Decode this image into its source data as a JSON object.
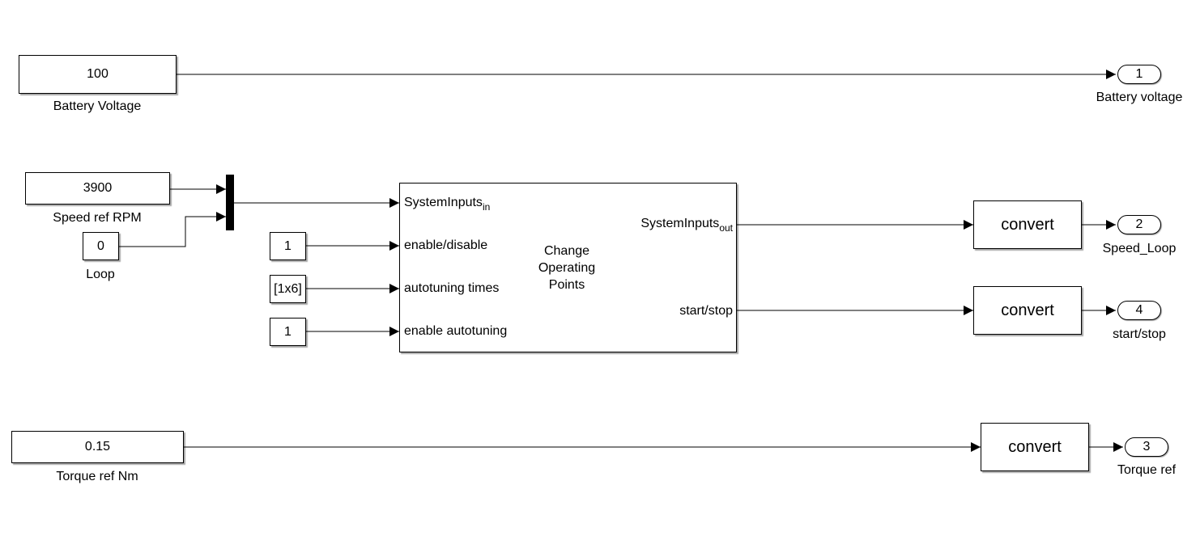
{
  "constants": {
    "battery_voltage": {
      "value": "100",
      "label": "Battery Voltage"
    },
    "speed_ref": {
      "value": "3900",
      "label": "Speed ref RPM"
    },
    "loop": {
      "value": "0",
      "label": "Loop"
    },
    "enable_disable": {
      "value": "1"
    },
    "autotuning_times": {
      "value": "[1x6]"
    },
    "enable_autotuning": {
      "value": "1"
    },
    "torque_ref": {
      "value": "0.15",
      "label": "Torque ref Nm"
    }
  },
  "subsystem": {
    "title": "Change Operating Points",
    "inputs": {
      "system_inputs": {
        "text": "SystemInputs",
        "sub": "in"
      },
      "enable_disable": "enable/disable",
      "autotuning_times": "autotuning times",
      "enable_autotuning": "enable autotuning"
    },
    "outputs": {
      "system_inputs": {
        "text": "SystemInputs",
        "sub": "out"
      },
      "start_stop": "start/stop"
    }
  },
  "converters": {
    "speed": "convert",
    "start_stop": "convert",
    "torque": "convert"
  },
  "outports": {
    "battery": {
      "number": "1",
      "label": "Battery voltage"
    },
    "speed_loop": {
      "number": "2",
      "label": "Speed_Loop"
    },
    "torque": {
      "number": "3",
      "label": "Torque ref"
    },
    "start_stop": {
      "number": "4",
      "label": "start/stop"
    }
  }
}
